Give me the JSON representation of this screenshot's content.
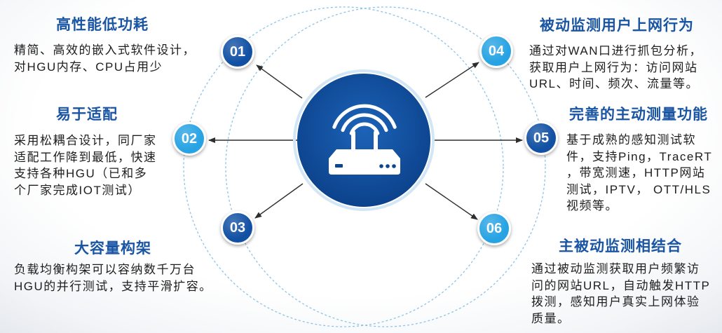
{
  "icons": {
    "center": "router-wifi-icon"
  },
  "colors": {
    "title": "#1a55a3",
    "text": "#1e1e1e",
    "center_circle": "#0d4996",
    "orbit_dashed": "#8ec3e7",
    "arrow": "#2e2e2e"
  },
  "features": [
    {
      "number": "01",
      "color": "#1150a3",
      "title": "高性能低功耗",
      "lines": [
        "精简、高效的嵌入式软件设计，",
        "对HGU内存、CPU占用少"
      ]
    },
    {
      "number": "02",
      "color": "#27a3e3",
      "title": "易于适配",
      "lines": [
        "采用松耦合设计，同厂家",
        "适配工作降到最低，快速",
        "支持各种HGU（已和多",
        "个厂家完成IOT测试）"
      ]
    },
    {
      "number": "03",
      "color": "#1150a3",
      "title": "大容量构架",
      "lines": [
        "负载均衡构架可以容纳数千万台",
        "HGU的并行测试，支持平滑扩容。"
      ]
    },
    {
      "number": "04",
      "color": "#27a3e3",
      "title": "被动监测用户上网行为",
      "lines": [
        "通过对WAN口进行抓包分析，",
        "获取用户上网行为：访问网站",
        "URL、时间、频次、流量等。"
      ]
    },
    {
      "number": "05",
      "color": "#1150a3",
      "title": "完善的主动测量功能",
      "lines": [
        "基于成熟的感知测试软",
        "件，支持Ping，TraceRT",
        "，带宽测速，HTTP网站",
        "测试，IPTV， OTT/HLS",
        "视频等。"
      ]
    },
    {
      "number": "06",
      "color": "#27a3e3",
      "title": "主被动监测相结合",
      "lines": [
        "通过被动监测获取用户频繁访",
        "问的网站URL，自动触发HTTP",
        "拨测，感知用户真实上网体验",
        "质量。"
      ]
    }
  ]
}
